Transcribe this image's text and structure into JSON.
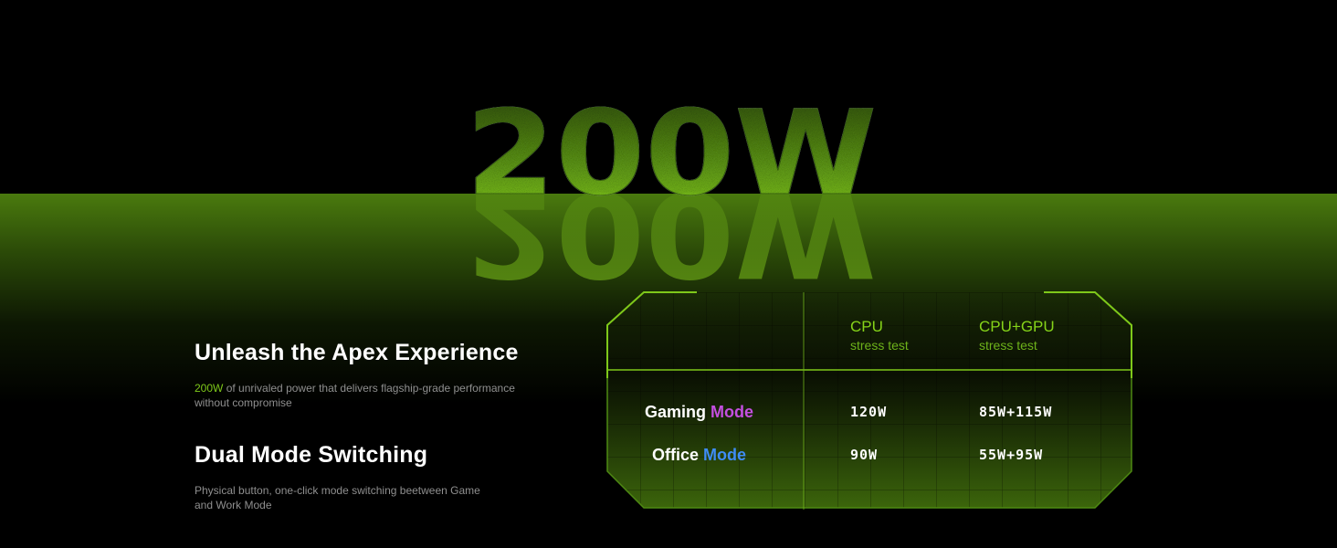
{
  "hero": {
    "text": "200W",
    "reflection": "200W"
  },
  "features": [
    {
      "title": "Unleash the Apex Experience",
      "highlight": "200W",
      "desc": " of unrivaled power that delivers flagship-grade performance without compromise"
    },
    {
      "title": "Dual Mode Switching",
      "desc": "Physical button, one-click mode switching beetween Game and Work Mode"
    }
  ],
  "table": {
    "columns": [
      {
        "head": "CPU",
        "sub": "stress test"
      },
      {
        "head": "CPU+GPU",
        "sub": "stress test"
      }
    ],
    "rows": [
      {
        "label_a": "Gaming ",
        "label_b": "Mode",
        "values": [
          "120W",
          "85W+115W"
        ]
      },
      {
        "label_a": "Office ",
        "label_b": "Mode",
        "values": [
          "90W",
          "55W+95W"
        ]
      }
    ]
  },
  "colors": {
    "accent_green": "#7ec81a",
    "gaming_purple": "#c44fe0",
    "office_blue": "#3f8cf5"
  }
}
